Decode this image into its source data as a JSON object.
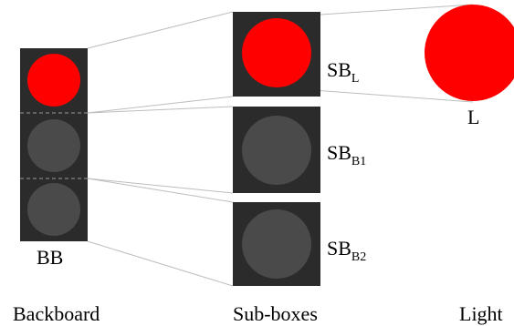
{
  "colors": {
    "box": "#2b2b2b",
    "red": "#ff0000",
    "off": "#4a4a4a",
    "line": "#bdbdbd",
    "dash": "#9a9a9a"
  },
  "labels": {
    "bb": "BB",
    "sb_l_main": "SB",
    "sb_l_sub": "L",
    "sb_b1_main": "SB",
    "sb_b1_sub": "B1",
    "sb_b2_main": "SB",
    "sb_b2_sub": "B2",
    "light": "L"
  },
  "captions": {
    "backboard": "Backboard",
    "subboxes": "Sub-boxes",
    "light": "Light"
  }
}
